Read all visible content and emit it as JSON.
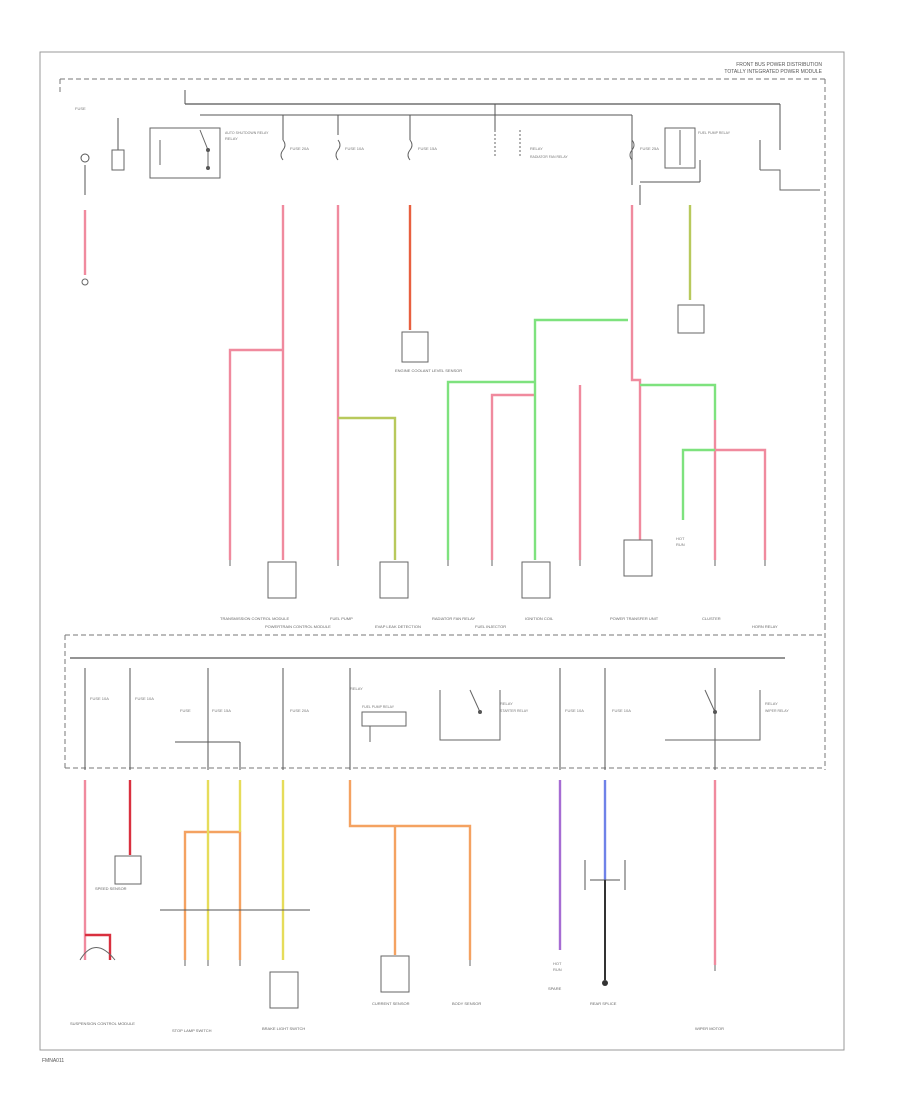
{
  "header": {
    "title_line1": "FRONT BUS POWER DISTRIBUTION",
    "title_line2": "TOTALLY INTEGRATED POWER MODULE"
  },
  "footer_code": "FMNA011",
  "colors": {
    "background": "#ffffff",
    "frame": "#888888",
    "pink": "#f08a9e",
    "green": "#7ee27e",
    "orange": "#f4a261",
    "yellow": "#e6dc5a",
    "violet": "#a66cd3",
    "blue": "#6f82e8",
    "red": "#d9303f",
    "yellow_green": "#b8c95c",
    "black": "#333333"
  },
  "modules": {
    "upper_row": [
      {
        "name": "TRANSMISSION CONTROL MODULE"
      },
      {
        "name": "POWERTRAIN CONTROL MODULE"
      },
      {
        "name": "FUEL PUMP"
      },
      {
        "name": "EVAP LEAK DETECTION"
      },
      {
        "name": "ENGINE COOLANT LEVEL SENSOR"
      },
      {
        "name": "RADIATOR FAN RELAY"
      },
      {
        "name": "FUEL INJECTOR"
      },
      {
        "name": "IGNITION COIL"
      },
      {
        "name": "POWER TRANSFER UNIT"
      },
      {
        "name": "CLUSTER"
      },
      {
        "name": "HORN RELAY"
      }
    ],
    "lower_row": [
      {
        "name": "SUSPENSION CONTROL MODULE"
      },
      {
        "name": "SPEED SENSOR"
      },
      {
        "name": "STOP LAMP SWITCH"
      },
      {
        "name": "BRAKE LIGHT SWITCH"
      },
      {
        "name": "CURRENT SENSOR"
      },
      {
        "name": "BODY SENSOR"
      },
      {
        "name": "SPARE"
      },
      {
        "name": "REAR SPLICE"
      },
      {
        "name": "WIPER MOTOR"
      }
    ]
  },
  "relays": {
    "upper": [
      "AUTO SHUTDOWN RELAY",
      "RADIATOR FAN RELAY",
      "FUEL PUMP RELAY"
    ],
    "lower": [
      "FUEL PUMP RELAY",
      "STARTER RELAY",
      "WIPER RELAY"
    ]
  }
}
